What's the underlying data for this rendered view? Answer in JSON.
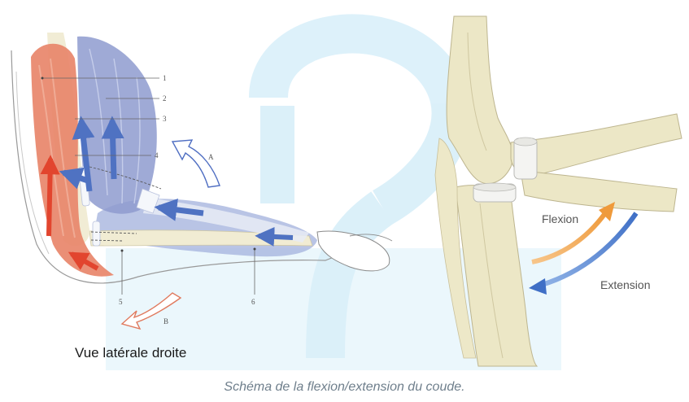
{
  "diagram": {
    "left_numbers": [
      "1",
      "2",
      "3",
      "4",
      "5",
      "6"
    ],
    "arrow_labels": [
      "A",
      "B"
    ],
    "view_label": "Vue latérale  droite",
    "flexion_label": "Flexion",
    "extension_label": "Extension",
    "caption": "Schéma de la flexion/extension du coude."
  },
  "colors": {
    "watermark": "#29a8e0",
    "muscle_red": "#e07a5e",
    "muscle_blue": "#7f8fc4",
    "bone": "#ece7c6",
    "flexion_arrow": "#f0a040",
    "extension_arrow": "#4a7fd0"
  }
}
